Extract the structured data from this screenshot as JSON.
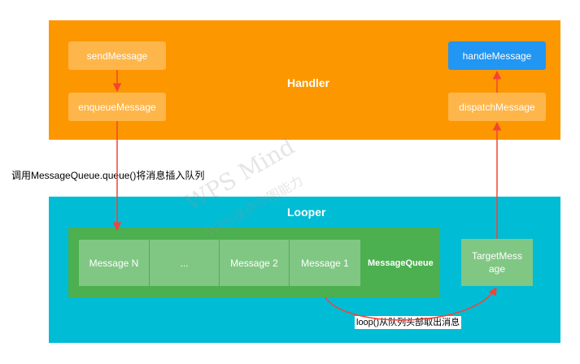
{
  "handler": {
    "title": "Handler",
    "send_message": "sendMessage",
    "enqueue_message": "enqueueMessage",
    "handle_message": "handleMessage",
    "dispatch_message": "dispatchMessage"
  },
  "annotations": {
    "enqueue_call": "调用MessageQueue.queue()将消息插入队列",
    "loop_call": "loop()从队列头部取出消息"
  },
  "looper": {
    "title": "Looper",
    "queue_label": "MessageQueue",
    "messages": [
      "Message N",
      "...",
      "Message 2",
      "Message 1"
    ],
    "target_message_line1": "TargetMess",
    "target_message_line2": "age"
  },
  "watermark": {
    "line1": "WPS Mind",
    "line2": "WPS提供作图能力"
  },
  "colors": {
    "handler_bg": "#fd9700",
    "looper_bg": "#00bcd4",
    "queue_bg": "#4caf50",
    "cell_bg": "#81c784",
    "handle_message_bg": "#2196f3",
    "arrow": "#f44336"
  }
}
